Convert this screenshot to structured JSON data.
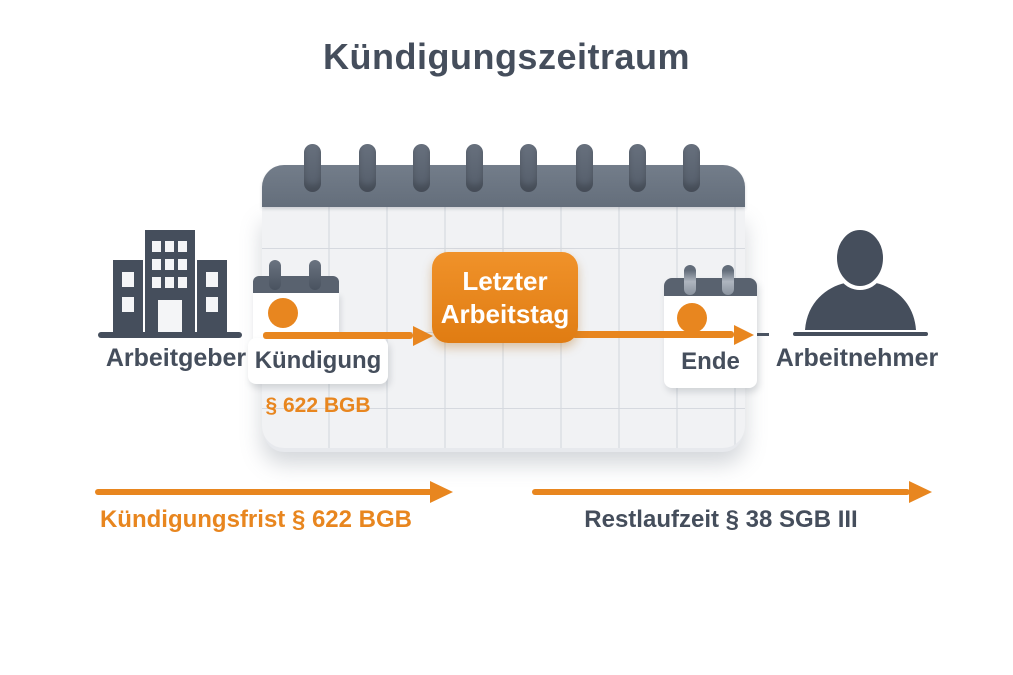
{
  "title": "Kündigungszeitraum",
  "employer": {
    "label": "Arbeitgeber"
  },
  "employee": {
    "label": "Arbeitnehmer"
  },
  "notice_event": {
    "label": "Kündigung",
    "law": "§ 622 BGB"
  },
  "last_working_day": {
    "line1": "Letzter",
    "line2": "Arbeitstag"
  },
  "end_event": {
    "label": "Ende"
  },
  "timeline": {
    "notice_period_label": "Kündigungsfrist § 622 BGB",
    "remaining_period_label": "Restlaufzeit § 38 SGB III"
  },
  "colors": {
    "accent_orange": "#E8861F",
    "slate": "#454E5C",
    "calendar_header_gray": "#6B7582",
    "calendar_body_gray": "#F1F2F4"
  }
}
